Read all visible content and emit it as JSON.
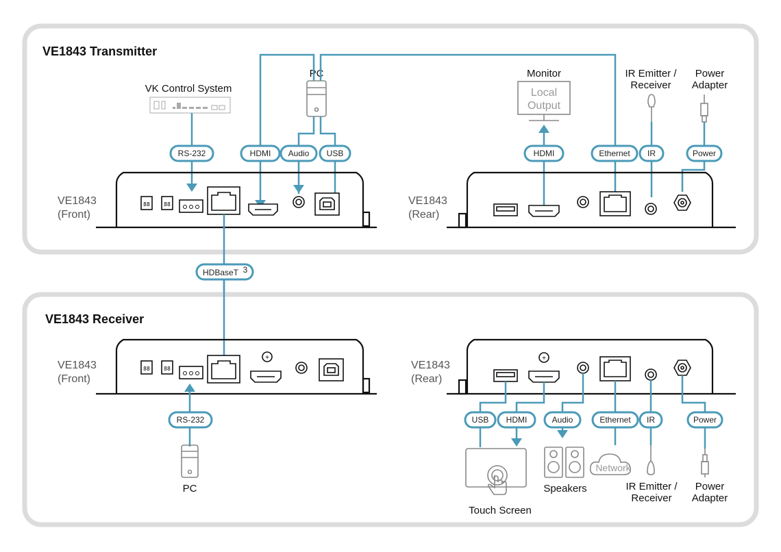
{
  "transmitter": {
    "title": "VE1843 Transmitter",
    "front_label": [
      "VE1843",
      "(Front)"
    ],
    "rear_label": [
      "VE1843",
      "(Rear)"
    ],
    "vk_control": "VK Control System",
    "pc": "PC",
    "monitor": "Monitor",
    "monitor_screen": [
      "Local",
      "Output"
    ],
    "ir_device": [
      "IR Emitter /",
      "Receiver"
    ],
    "power_device": [
      "Power",
      "Adapter"
    ],
    "pills": {
      "rs232": "RS-232",
      "hdmi_in": "HDMI",
      "audio": "Audio",
      "usb": "USB",
      "hdmi_out": "HDMI",
      "ethernet": "Ethernet",
      "ir": "IR",
      "power": "Power"
    }
  },
  "link": {
    "label": "HDBaseT",
    "superscript": "3"
  },
  "receiver": {
    "title": "VE1843 Receiver",
    "front_label": [
      "VE1843",
      "(Front)"
    ],
    "rear_label": [
      "VE1843",
      "(Rear)"
    ],
    "pc": "PC",
    "touch_screen": "Touch Screen",
    "speakers": "Speakers",
    "network": "Network",
    "ir_device": [
      "IR Emitter /",
      "Receiver"
    ],
    "power_device": [
      "Power",
      "Adapter"
    ],
    "pills": {
      "rs232": "RS-232",
      "usb": "USB",
      "hdmi": "HDMI",
      "audio": "Audio",
      "ethernet": "Ethernet",
      "ir": "IR",
      "power": "Power"
    }
  },
  "colors": {
    "wire": "#4a9ab8",
    "panel_border": "#dcdcdc",
    "device_outline": "#111111",
    "peripheral_outline": "#888888"
  }
}
